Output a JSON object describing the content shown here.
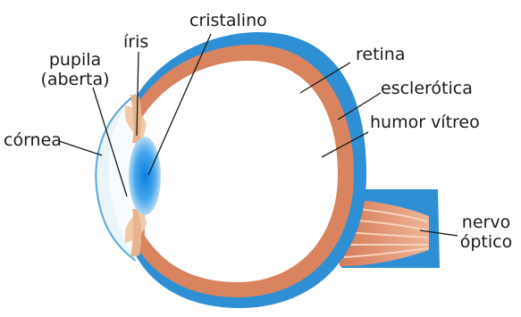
{
  "labels": {
    "cristalino": "cristalino",
    "iris": "íris",
    "pupila_line1": "pupila",
    "pupila_line2": "(aberta)",
    "cornea": "córnea",
    "retina": "retina",
    "esclerotica": "esclerótica",
    "humor_vitreo": "humor vítreo",
    "nervo_line1": "nervo",
    "nervo_line2": "óptico"
  },
  "colors": {
    "sclera": "#2f8fd4",
    "retina": "#d9845f",
    "vitreous": "#ffffff",
    "lens_core": "#1e8fe0",
    "iris": "#e8b48f",
    "cornea": "#5aa8dc",
    "nerve": "#dd8a66",
    "pointer": "#1a1a1a"
  }
}
